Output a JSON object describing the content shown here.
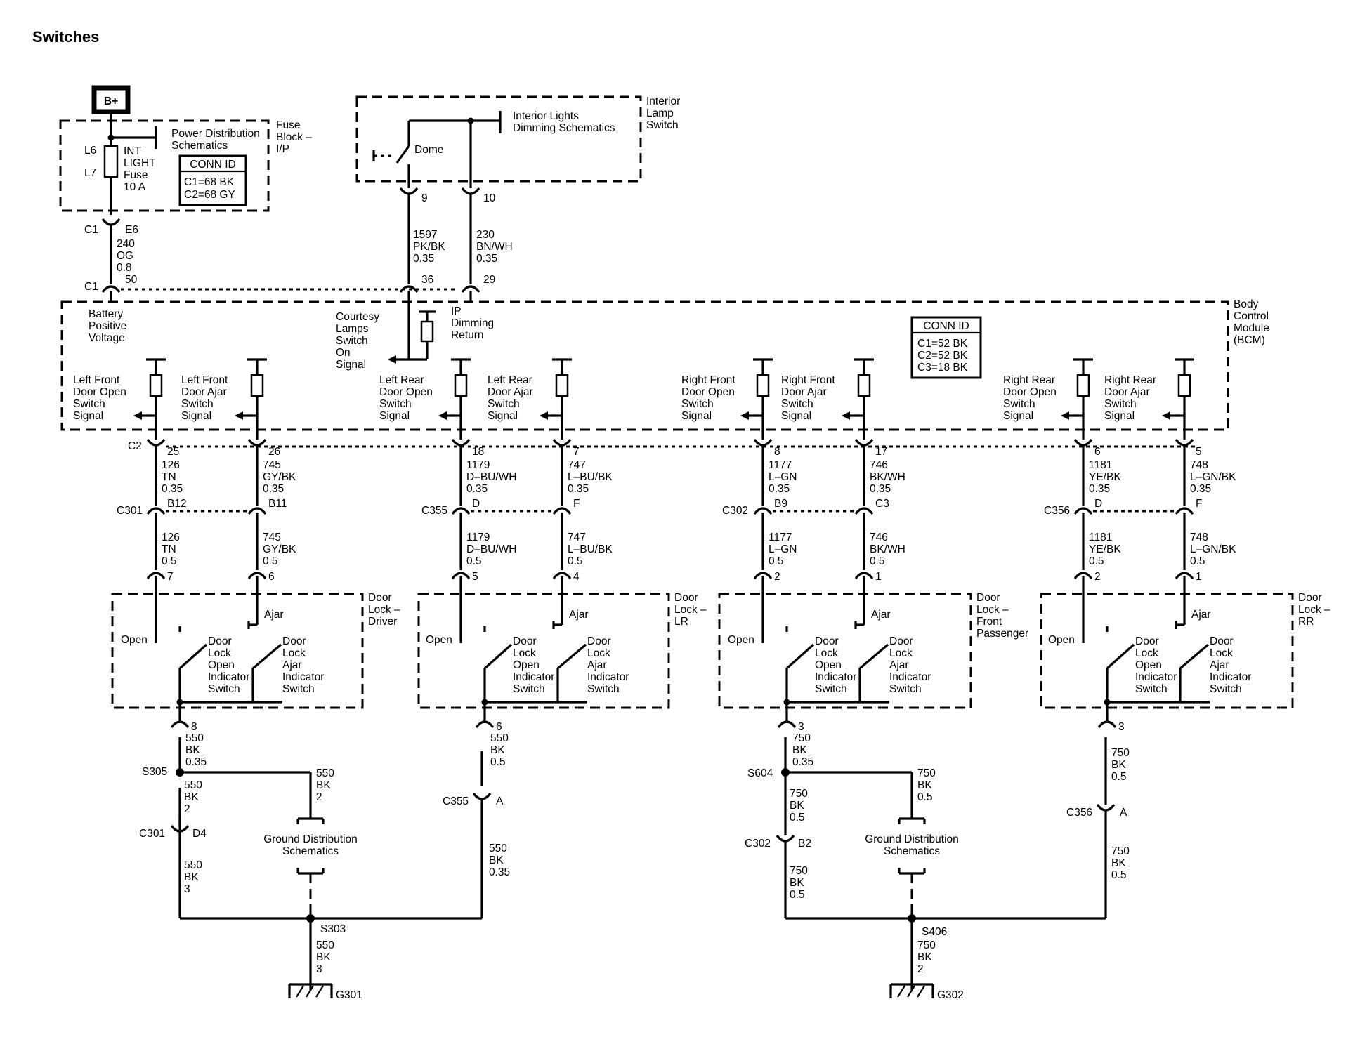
{
  "title": "Switches",
  "power": {
    "battery": "B+",
    "fuse_block": [
      "Fuse",
      "Block –",
      "I/P"
    ],
    "power_dist": [
      "Power Distribution",
      "Schematics"
    ],
    "fuse_pins": [
      "L6",
      "L7"
    ],
    "fuse_label": [
      "INT",
      "LIGHT",
      "Fuse",
      "10 A"
    ],
    "conn_id_title": "CONN ID",
    "conn_id_rows": [
      "C1=68 BK",
      "C2=68 GY"
    ],
    "c1_label": "C1",
    "e6_label": "E6",
    "wire": [
      "240",
      "OG",
      "0.8"
    ],
    "c1_bcm": "C1",
    "bcm_pin": "50",
    "battery_voltage": [
      "Battery",
      "Positive",
      "Voltage"
    ]
  },
  "interior_lamp": {
    "title": [
      "Interior",
      "Lamp",
      "Switch"
    ],
    "dimming": [
      "Interior Lights",
      "Dimming Schematics"
    ],
    "dome": "Dome",
    "pin9": "9",
    "pin10": "10",
    "wire9": [
      "1597",
      "PK/BK",
      "0.35"
    ],
    "wire10": [
      "230",
      "BN/WH",
      "0.35"
    ],
    "bcm_pin36": "36",
    "bcm_pin29": "29",
    "courtesy": [
      "Courtesy",
      "Lamps",
      "Switch",
      "On",
      "Signal"
    ],
    "ip_dimming": [
      "IP",
      "Dimming",
      "Return"
    ]
  },
  "bcm": {
    "title": [
      "Body",
      "Control",
      "Module",
      "(BCM)"
    ],
    "conn_id_title": "CONN ID",
    "conn_id_rows": [
      "C1=52 BK",
      "C2=52 BK",
      "C3=18 BK"
    ],
    "c2_label": "C2",
    "signals": [
      [
        "Left Front",
        "Door Open",
        "Switch",
        "Signal"
      ],
      [
        "Left Front",
        "Door Ajar",
        "Switch",
        "Signal"
      ],
      [
        "Left Rear",
        "Door Open",
        "Switch",
        "Signal"
      ],
      [
        "Left Rear",
        "Door Ajar",
        "Switch",
        "Signal"
      ],
      [
        "Right Front",
        "Door Open",
        "Switch",
        "Signal"
      ],
      [
        "Right Front",
        "Door Ajar",
        "Switch",
        "Signal"
      ],
      [
        "Right Rear",
        "Door Open",
        "Switch",
        "Signal"
      ],
      [
        "Right Rear",
        "Door Ajar",
        "Switch",
        "Signal"
      ]
    ]
  },
  "doors": [
    {
      "name": [
        "Door",
        "Lock –",
        "Driver"
      ],
      "bcm_pins": [
        "25",
        "26"
      ],
      "upper_wires": [
        [
          "126",
          "TN",
          "0.35"
        ],
        [
          "745",
          "GY/BK",
          "0.35"
        ]
      ],
      "inline_conn": "C301",
      "inline_pins": [
        "B12",
        "B11"
      ],
      "lower_wires": [
        [
          "126",
          "TN",
          "0.5"
        ],
        [
          "745",
          "GY/BK",
          "0.5"
        ]
      ],
      "switch_pins": [
        "7",
        "6"
      ],
      "open": "Open",
      "ajar": "Ajar",
      "open_switch": [
        "Door",
        "Lock",
        "Open",
        "Indicator",
        "Switch"
      ],
      "ajar_switch": [
        "Door",
        "Lock",
        "Ajar",
        "Indicator",
        "Switch"
      ],
      "ground_pin": "8",
      "ground_wire": [
        "550",
        "BK",
        "0.35"
      ]
    },
    {
      "name": [
        "Door",
        "Lock –",
        "LR"
      ],
      "bcm_pins": [
        "18",
        "7"
      ],
      "upper_wires": [
        [
          "1179",
          "D–BU/WH",
          "0.35"
        ],
        [
          "747",
          "L–BU/BK",
          "0.35"
        ]
      ],
      "inline_conn": "C355",
      "inline_pins": [
        "D",
        "F"
      ],
      "lower_wires": [
        [
          "1179",
          "D–BU/WH",
          "0.5"
        ],
        [
          "747",
          "L–BU/BK",
          "0.5"
        ]
      ],
      "switch_pins": [
        "5",
        "4"
      ],
      "open": "Open",
      "ajar": "Ajar",
      "open_switch": [
        "Door",
        "Lock",
        "Open",
        "Indicator",
        "Switch"
      ],
      "ajar_switch": [
        "Door",
        "Lock",
        "Ajar",
        "Indicator",
        "Switch"
      ],
      "ground_pin": "6",
      "ground_wire": [
        "550",
        "BK",
        "0.5"
      ]
    },
    {
      "name": [
        "Door",
        "Lock –",
        "Front",
        "Passenger"
      ],
      "bcm_pins": [
        "8",
        "17"
      ],
      "upper_wires": [
        [
          "1177",
          "L–GN",
          "0.35"
        ],
        [
          "746",
          "BK/WH",
          "0.35"
        ]
      ],
      "inline_conn": "C302",
      "inline_pins": [
        "B9",
        "C3"
      ],
      "lower_wires": [
        [
          "1177",
          "L–GN",
          "0.5"
        ],
        [
          "746",
          "BK/WH",
          "0.5"
        ]
      ],
      "switch_pins": [
        "2",
        "1"
      ],
      "open": "Open",
      "ajar": "Ajar",
      "open_switch": [
        "Door",
        "Lock",
        "Open",
        "Indicator",
        "Switch"
      ],
      "ajar_switch": [
        "Door",
        "Lock",
        "Ajar",
        "Indicator",
        "Switch"
      ],
      "ground_pin": "3",
      "ground_wire": [
        "750",
        "BK",
        "0.35"
      ]
    },
    {
      "name": [
        "Door",
        "Lock –",
        "RR"
      ],
      "bcm_pins": [
        "6",
        "5"
      ],
      "upper_wires": [
        [
          "1181",
          "YE/BK",
          "0.35"
        ],
        [
          "748",
          "L–GN/BK",
          "0.35"
        ]
      ],
      "inline_conn": "C356",
      "inline_pins": [
        "D",
        "F"
      ],
      "lower_wires": [
        [
          "1181",
          "YE/BK",
          "0.5"
        ],
        [
          "748",
          "L–GN/BK",
          "0.5"
        ]
      ],
      "switch_pins": [
        "2",
        "1"
      ],
      "open": "Open",
      "ajar": "Ajar",
      "open_switch": [
        "Door",
        "Lock",
        "Open",
        "Indicator",
        "Switch"
      ],
      "ajar_switch": [
        "Door",
        "Lock",
        "Ajar",
        "Indicator",
        "Switch"
      ],
      "ground_pin": "3",
      "ground_wire": [
        "750",
        "BK",
        "0.5"
      ]
    }
  ],
  "grounds": {
    "left": {
      "splice1": "S305",
      "branch_wire": [
        "550",
        "BK",
        "2"
      ],
      "wire_d4": [
        "550",
        "BK",
        "2"
      ],
      "c301": "C301",
      "d4": "D4",
      "after_d4": [
        "550",
        "BK",
        "3"
      ],
      "ground_dist": [
        "Ground Distribution",
        "Schematics"
      ],
      "c355": "C355",
      "a": "A",
      "after_a": [
        "550",
        "BK",
        "0.35"
      ],
      "splice2": "S303",
      "ground_wire": [
        "550",
        "BK",
        "3"
      ],
      "ground": "G301"
    },
    "right": {
      "splice1": "S604",
      "branch_wire": [
        "750",
        "BK",
        "0.5"
      ],
      "wire_b2": [
        "750",
        "BK",
        "0.5"
      ],
      "c302": "C302",
      "b2": "B2",
      "after_b2": [
        "750",
        "BK",
        "0.5"
      ],
      "ground_dist": [
        "Ground Distribution",
        "Schematics"
      ],
      "c356": "C356",
      "a": "A",
      "after_a": [
        "750",
        "BK",
        "0.5"
      ],
      "splice2": "S406",
      "ground_wire": [
        "750",
        "BK",
        "2"
      ],
      "ground": "G302"
    }
  }
}
